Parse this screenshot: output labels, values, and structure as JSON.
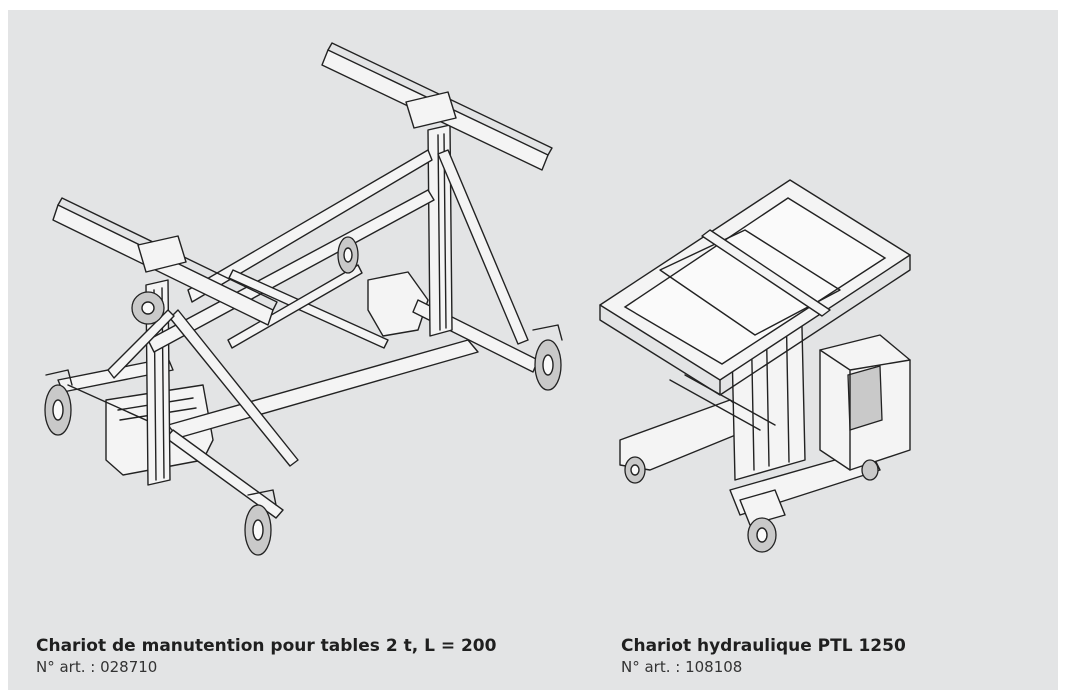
{
  "items": [
    {
      "title": "Chariot de manutention pour tables 2 t, L = 200",
      "article": "N° art. : 028710"
    },
    {
      "title": "Chariot hydraulique PTL 1250",
      "article": "N° art. : 108108"
    }
  ],
  "colors": {
    "panel_background": "#e3e4e5",
    "line_art": "#222222"
  }
}
